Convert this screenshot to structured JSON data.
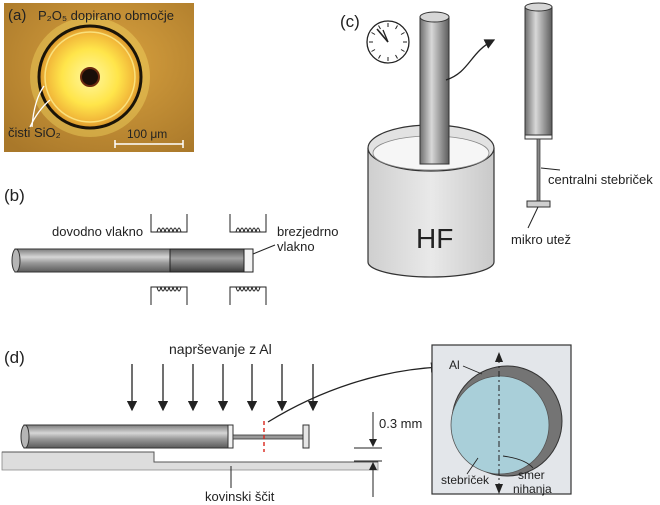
{
  "panel_a": {
    "letter": "(a)",
    "label_doped": "P₂O₅ dopirano območje",
    "label_pure": "čisti SiO₂",
    "scale_bar": "100 μm",
    "colors": {
      "background": "#b8862e",
      "glow": "#fff26a",
      "ring": "#1a1408"
    }
  },
  "panel_b": {
    "letter": "(b)",
    "label_lead": "dovodno vlakno",
    "label_coreless_1": "brezjedrno",
    "label_coreless_2": "vlakno"
  },
  "panel_c": {
    "letter": "(c)",
    "label_hf": "HF",
    "label_post": "centralni stebriček",
    "label_weight": "mikro utež"
  },
  "panel_d": {
    "letter": "(d)",
    "label_sputter": "naprševanje z Al",
    "label_height": "0.3 mm",
    "label_shield": "kovinski ščit",
    "inset_al": "Al",
    "inset_post": "stebriček",
    "inset_dir_1": "smer",
    "inset_dir_2": "nihanja",
    "colors": {
      "inset_bg": "#e3e6ea",
      "post_fill": "#a9cfd9",
      "aluminium": "#747474"
    }
  }
}
